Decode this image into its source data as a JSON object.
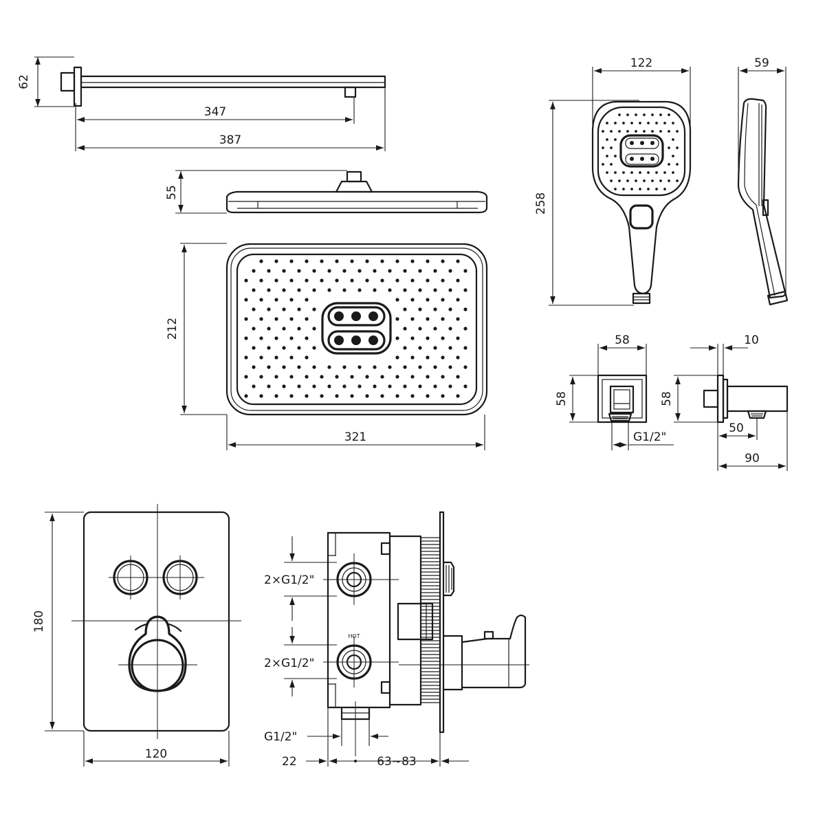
{
  "dimensions": {
    "arm_height": "62",
    "arm_projection": "347",
    "arm_length": "387",
    "head_thickness": "55",
    "head_depth": "212",
    "head_width": "321",
    "hand_width": "122",
    "hand_depth": "59",
    "hand_length": "258",
    "outlet_width": "58",
    "outlet_height_front": "58",
    "outlet_height_side": "58",
    "outlet_thread": "G1/2\"",
    "outlet_plate": "10",
    "outlet_thread_offset": "50",
    "outlet_projection": "90",
    "plate_height": "180",
    "plate_width": "120",
    "valve_inlet_top": "2×G1/2\"",
    "valve_inlet_bottom": "2×G1/2\"",
    "valve_outlet": "G1/2\"",
    "valve_depth_min": "22",
    "valve_depth_range": "63~83"
  },
  "valve_marks": {
    "hot": "HOT"
  }
}
